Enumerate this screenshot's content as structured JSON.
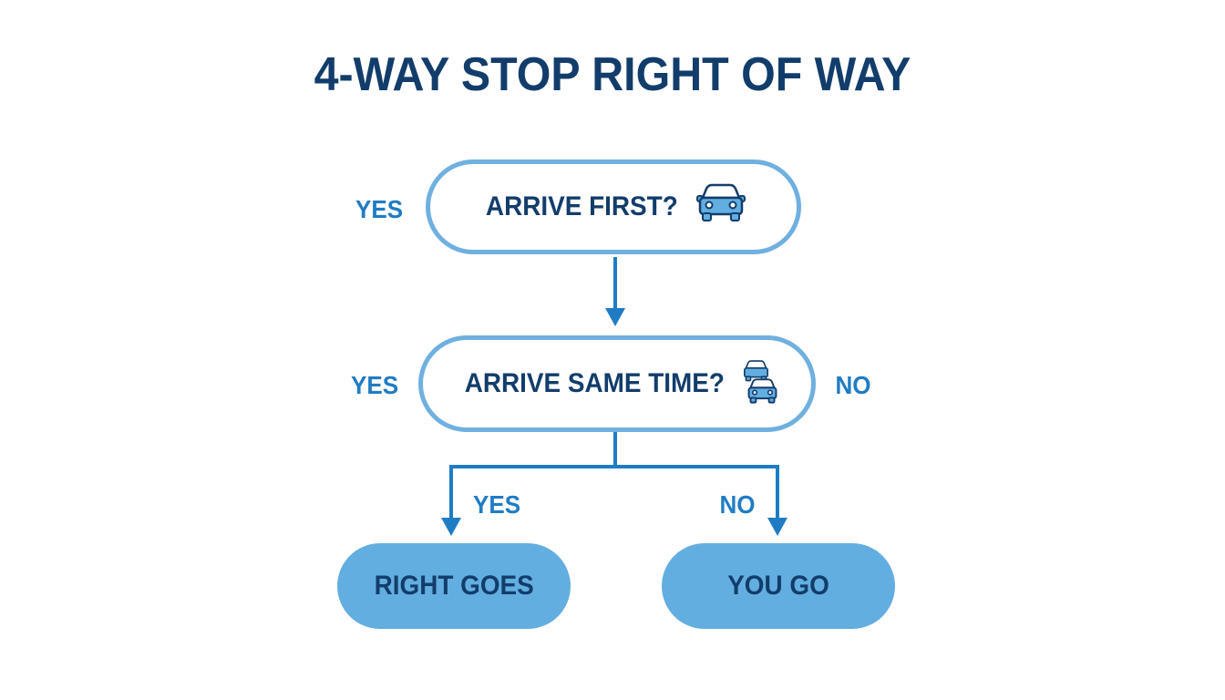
{
  "title": "4-WAY STOP RIGHT OF WAY",
  "nodes": {
    "arrive_first": {
      "label": "ARRIVE FIRST?",
      "icon": "car-icon"
    },
    "arrive_same_time": {
      "label": "ARRIVE SAME TIME?",
      "icon": "two-cars-icon"
    },
    "right_goes": {
      "label": "RIGHT GOES"
    },
    "you_go": {
      "label": "YOU GO"
    }
  },
  "edge_labels": {
    "first_yes": "YES",
    "same_yes": "YES",
    "same_no": "NO",
    "branch_yes": "YES",
    "branch_no": "NO"
  },
  "colors": {
    "title": "#123d6b",
    "outline": "#6fb0e0",
    "fill": "#63aee0",
    "arrow": "#1f7cc4",
    "label": "#1f7cc4"
  }
}
